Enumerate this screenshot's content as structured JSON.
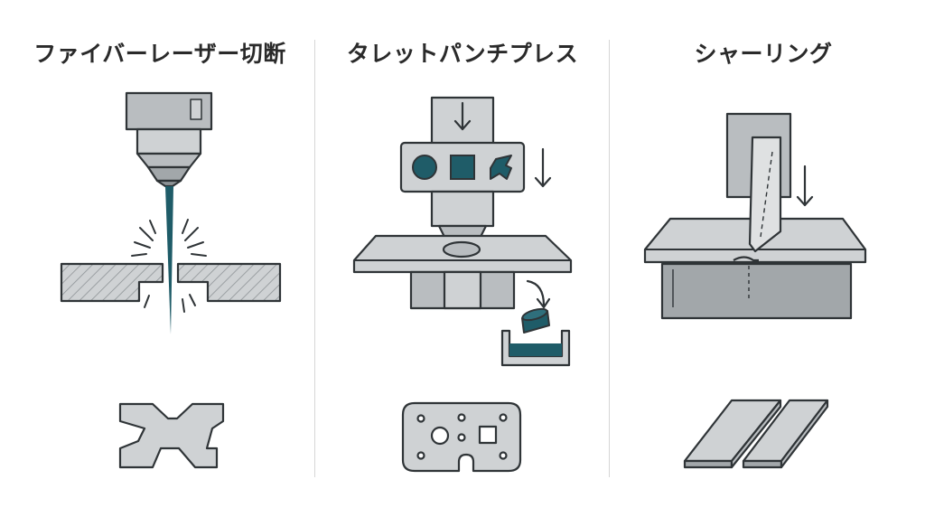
{
  "panels": [
    {
      "title": "ファイバーレーザー切断"
    },
    {
      "title": "タレットパンチプレス"
    },
    {
      "title": "シャーリング"
    }
  ],
  "colors": {
    "outline": "#2f3437",
    "steel_light": "#cfd2d4",
    "steel_mid": "#b9bdc0",
    "steel_dark": "#a2a7aa",
    "accent_teal": "#1f5c68",
    "divider": "#d6d6d6"
  },
  "icons": [
    "laser-head-icon",
    "spark-icon",
    "down-arrow-icon",
    "slug-icon",
    "tool-circle-icon",
    "tool-square-icon",
    "tool-custom-icon"
  ]
}
